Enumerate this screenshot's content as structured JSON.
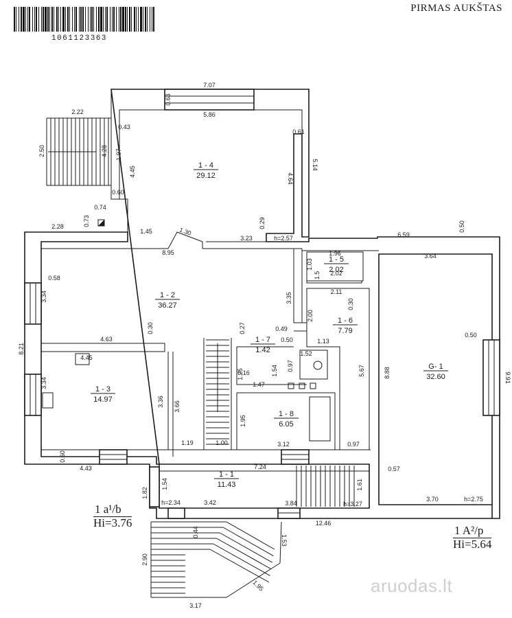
{
  "sheet": {
    "title": "PIRMAS AUKŠTAS",
    "barcode_number": "1061123363",
    "watermark": "aruodas.lt"
  },
  "rooms": [
    {
      "id": "1 - 4",
      "area": "29.12"
    },
    {
      "id": "1 - 2",
      "area": "36.27"
    },
    {
      "id": "1 - 3",
      "area": "14.97"
    },
    {
      "id": "1 - 5",
      "area": "2.02"
    },
    {
      "id": "1 - 6",
      "area": "7.79"
    },
    {
      "id": "1 - 7",
      "area": "1.42"
    },
    {
      "id": "1 - 8",
      "area": "6.05"
    },
    {
      "id": "1 - 1",
      "area": "11.43"
    },
    {
      "id": "G- 1",
      "area": "32.60"
    }
  ],
  "legend_left": {
    "line1": "1 a¹/b",
    "line2": "Hi=3.76"
  },
  "legend_right": {
    "line1": "1 A²/p",
    "line2": "Hi=5.64"
  },
  "dimensions": [
    "7.07",
    "0.63",
    "5.86",
    "0.61",
    "5.14",
    "2.22",
    "0.43",
    "2.50",
    "4.28",
    "1.97",
    "4.45",
    "4.64",
    "0.60",
    "0.74",
    "0.73",
    "2.28",
    "1.45",
    "1.30",
    "0.29",
    "3.23",
    "h=2.57",
    "8.95",
    "6.59",
    "0.50",
    "3.64",
    "1.96",
    "1.03",
    "1.5",
    "2.02",
    "0.58",
    "3.34",
    "3.35",
    "2.11",
    "0.30",
    "2.00",
    "0.49",
    "0.27",
    "0.50",
    "1.13",
    "4.63",
    "0.30",
    "4.45",
    "8.21",
    "3.34",
    "3.36",
    "3.66",
    "1.25",
    "0.16",
    "1.54",
    "0.97",
    "1.52",
    "1.47",
    "5.67",
    "8.88",
    "0.50",
    "9.91",
    "1.95",
    "1.19",
    "1.00",
    "3.12",
    "0.97",
    "0.60",
    "4.43",
    "7.24",
    "0.57",
    "1.82",
    "1.54",
    "1.61",
    "h=2.34",
    "3.42",
    "3.84",
    "h=3.27",
    "3.70",
    "h=2.75",
    "12.46",
    "0.44",
    "1.53",
    "2.90",
    "1.95",
    "3.17"
  ]
}
